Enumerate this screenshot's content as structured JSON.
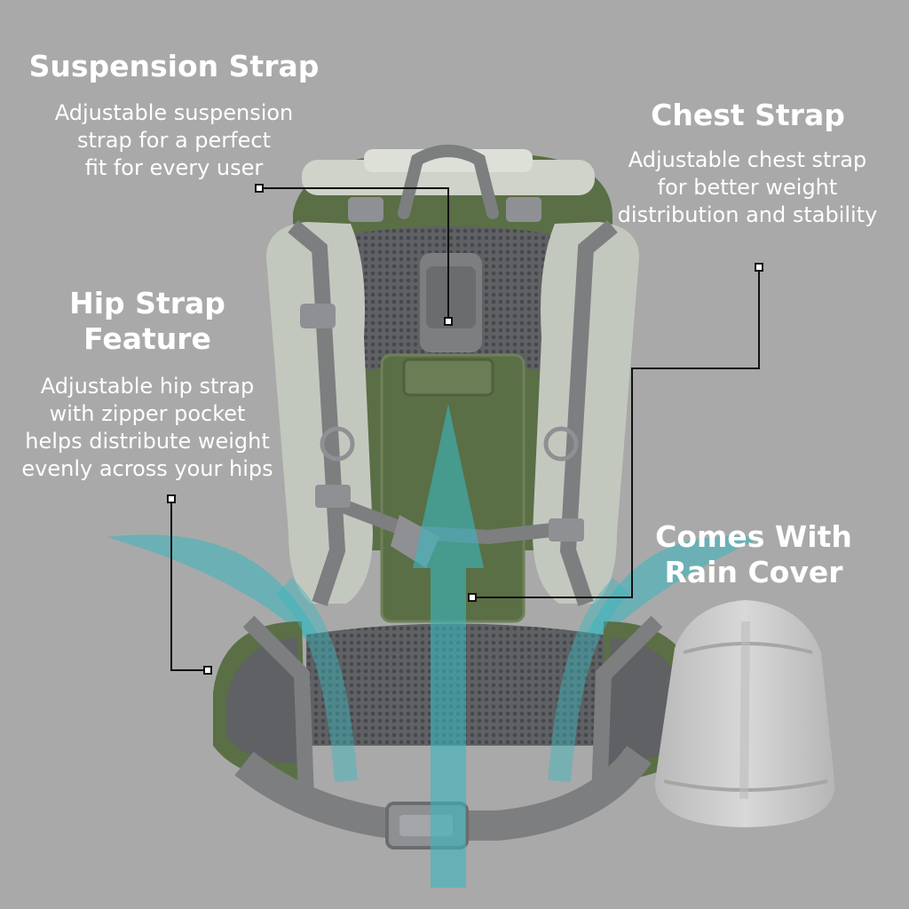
{
  "features": {
    "suspension": {
      "title": "Suspension Strap",
      "desc_lines": [
        "Adjustable suspension",
        "strap for a perfect",
        "fit for every user"
      ]
    },
    "chest": {
      "title": "Chest Strap",
      "desc_lines": [
        "Adjustable chest strap",
        "for better weight",
        "distribution and stability"
      ]
    },
    "hip": {
      "title_lines": [
        "Hip Strap",
        "Feature"
      ],
      "desc_lines": [
        "Adjustable hip strap",
        "with zipper pocket",
        "helps distribute weight",
        "evenly across your hips"
      ]
    },
    "rain": {
      "title_lines": [
        "Comes With",
        "Rain Cover"
      ]
    }
  },
  "colors": {
    "background": "#a9a9a9",
    "pack_green": "#5a6f45",
    "shoulder_strap": "#c3c8bf",
    "webbing": "#7d7e80",
    "mesh": "#5f6164",
    "airflow": "#39b7bf",
    "rain_cover": "#c9c9c9"
  }
}
